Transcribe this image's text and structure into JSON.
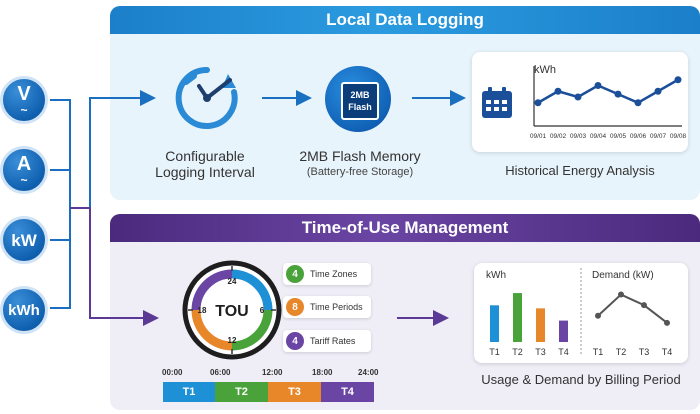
{
  "meters": [
    {
      "symbol": "V",
      "icon": "volt-meter-icon"
    },
    {
      "symbol": "A",
      "icon": "amp-meter-icon"
    },
    {
      "symbol": "kW",
      "icon": "power-meter-icon"
    },
    {
      "symbol": "kWh",
      "icon": "energy-meter-icon"
    }
  ],
  "logging": {
    "title": "Local Data Logging",
    "interval_label_1": "Configurable",
    "interval_label_2": "Logging Interval",
    "flash_chip_1": "2MB",
    "flash_chip_2": "Flash",
    "flash_label": "2MB Flash Memory",
    "flash_sub": "(Battery-free Storage)",
    "history_label": "Historical Energy Analysis",
    "history_chart": {
      "type": "line",
      "ylabel": "kWh",
      "categories": [
        "09/01",
        "09/02",
        "09/03",
        "09/04",
        "09/05",
        "09/06",
        "09/07",
        "09/08"
      ],
      "values": [
        3,
        5,
        4,
        6,
        4.5,
        3,
        5,
        7
      ]
    }
  },
  "tou": {
    "title": "Time-of-Use Management",
    "clock_label": "TOU",
    "clock_ticks": [
      "24",
      "6",
      "12",
      "18"
    ],
    "items": [
      {
        "num": "4",
        "label": "Time Zones",
        "color": "#4aa23b"
      },
      {
        "num": "8",
        "label": "Time Periods",
        "color": "#e8862a"
      },
      {
        "num": "4",
        "label": "Tariff Rates",
        "color": "#6a45a3"
      }
    ],
    "timeline_times": [
      "00:00",
      "06:00",
      "12:00",
      "18:00",
      "24:00"
    ],
    "timeline_segments": [
      {
        "label": "T1",
        "color": "#1e90d6"
      },
      {
        "label": "T2",
        "color": "#4aa23b"
      },
      {
        "label": "T3",
        "color": "#e8862a"
      },
      {
        "label": "T4",
        "color": "#6a45a3"
      }
    ],
    "billing_label": "Usage & Demand by Billing Period",
    "usage_chart": {
      "type": "bar",
      "ylabel": "kWh",
      "categories": [
        "T1",
        "T2",
        "T3",
        "T4"
      ],
      "values": [
        6,
        8,
        5.5,
        3.5
      ],
      "colors": [
        "#1e90d6",
        "#4aa23b",
        "#e8862a",
        "#6a45a3"
      ]
    },
    "demand_chart": {
      "type": "line",
      "ylabel": "Demand (kW)",
      "categories": [
        "T1",
        "T2",
        "T3",
        "T4"
      ],
      "values": [
        3,
        6,
        4.5,
        2
      ]
    }
  },
  "chart_data": [
    {
      "type": "line",
      "ylabel": "kWh",
      "categories": [
        "09/01",
        "09/02",
        "09/03",
        "09/04",
        "09/05",
        "09/06",
        "09/07",
        "09/08"
      ],
      "values": [
        3,
        5,
        4,
        6,
        4.5,
        3,
        5,
        7
      ]
    },
    {
      "type": "bar",
      "ylabel": "kWh",
      "categories": [
        "T1",
        "T2",
        "T3",
        "T4"
      ],
      "values": [
        6,
        8,
        5.5,
        3.5
      ]
    },
    {
      "type": "line",
      "ylabel": "Demand (kW)",
      "categories": [
        "T1",
        "T2",
        "T3",
        "T4"
      ],
      "values": [
        3,
        6,
        4.5,
        2
      ]
    }
  ]
}
